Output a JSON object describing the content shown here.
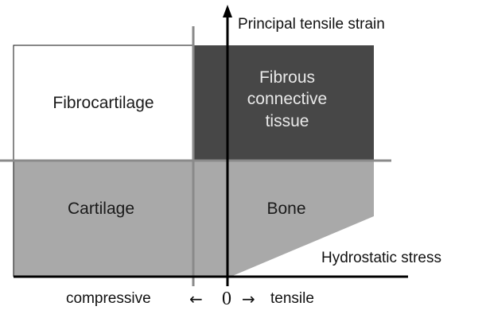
{
  "axes": {
    "y_label": "Principal tensile strain",
    "x_label": "Hydrostatic stress",
    "x_negative_label": "compressive",
    "x_positive_label": "tensile",
    "origin_label": "0",
    "left_arrow_glyph": "←",
    "right_arrow_glyph": "→"
  },
  "regions": {
    "top_left": {
      "name": "Fibrocartilage",
      "fill": "#ffffff"
    },
    "top_right": {
      "lines": [
        "Fibrous",
        "connective",
        "tissue"
      ],
      "fill": "#474747"
    },
    "bottom_left": {
      "name": "Cartilage",
      "fill": "#a9a9a9"
    },
    "bottom_right": {
      "name": "Bone",
      "fill": "#a9a9a9"
    }
  },
  "colors": {
    "axis": "#000000",
    "divider": "#8a8a8a",
    "border": "#111111"
  }
}
